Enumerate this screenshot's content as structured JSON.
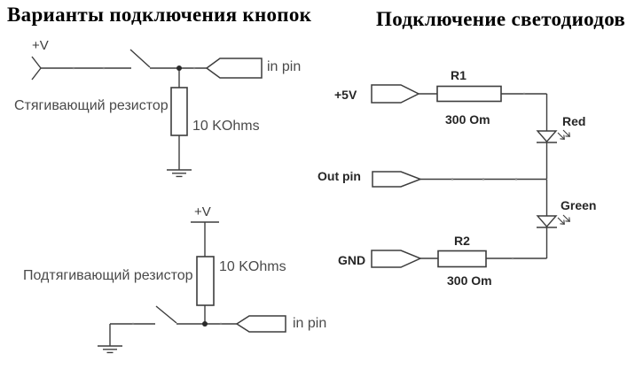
{
  "left_panel": {
    "title": "Варианты подключения кнопок",
    "pulldown": {
      "supply_label": "+V",
      "name_label": "Стягивающий резистор",
      "resistor_value": "10 KOhms",
      "pin_label": "in pin"
    },
    "pullup": {
      "supply_label": "+V",
      "name_label": "Подтягивающий резистор",
      "resistor_value": "10 KOhms",
      "pin_label": "in pin"
    }
  },
  "right_panel": {
    "title": "Подключение светодиодов",
    "supply_label": "+5V",
    "out_label": "Out pin",
    "gnd_label": "GND",
    "r1": {
      "ref": "R1",
      "value": "300 Om"
    },
    "r2": {
      "ref": "R2",
      "value": "300 Om"
    },
    "led_red": {
      "label": "Red"
    },
    "led_green": {
      "label": "Green"
    }
  },
  "colors": {
    "ink": "#3d3d3d",
    "title_ink": "#000000",
    "label_ink": "#4a4a4a",
    "bold_label_ink": "#262626",
    "background": "#ffffff"
  }
}
